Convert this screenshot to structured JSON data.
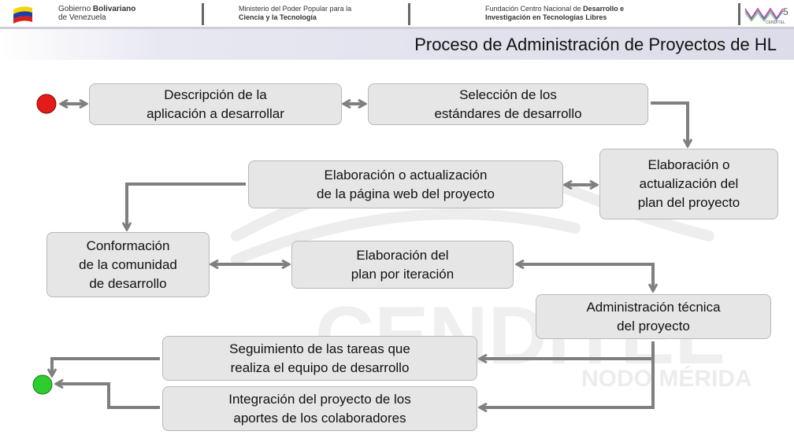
{
  "header": {
    "gov_line1_a": "Gobierno ",
    "gov_line1_b": "Bolivariano",
    "gov_line2": "de Venezuela",
    "min_line1": "Ministerio del Poder Popular para la",
    "min_line2": "Ciencia y la Tecnología",
    "fund_line1_a": "Fundación Centro Nacional de ",
    "fund_line1_b": "Desarrollo e",
    "fund_line2": "Investigación en Tecnologías Libres",
    "logo_text": "CENDITEL",
    "page_number": "5"
  },
  "title": "Proceso de Administración de Proyectos de HL",
  "watermark": {
    "main": "CENDITEL",
    "sub": "NODO MÉRIDA"
  },
  "steps": [
    {
      "id": "descripcion",
      "label": "Descripción de la\naplicación a desarrollar"
    },
    {
      "id": "seleccion",
      "label": "Selección de los\nestándares de desarrollo"
    },
    {
      "id": "plan-proyecto",
      "label": "Elaboración o\nactualización del\nplan del proyecto"
    },
    {
      "id": "pagina-web",
      "label": "Elaboración o actualización\nde la página web del proyecto"
    },
    {
      "id": "comunidad",
      "label": "Conformación\nde la comunidad\nde desarrollo"
    },
    {
      "id": "plan-iteracion",
      "label": "Elaboración del\nplan por iteración"
    },
    {
      "id": "admin-tecnica",
      "label": "Administración técnica\ndel proyecto"
    },
    {
      "id": "seguimiento",
      "label": "Seguimiento de las tareas que\nrealiza el equipo de desarrollo"
    },
    {
      "id": "integracion",
      "label": "Integración del proyecto de los\naportes de los colaboradores"
    }
  ],
  "colors": {
    "start_node": "#e31b1b",
    "end_node": "#2fcc2f",
    "connector": "#7f7f7f",
    "box_fill": "#e6e6e6"
  }
}
